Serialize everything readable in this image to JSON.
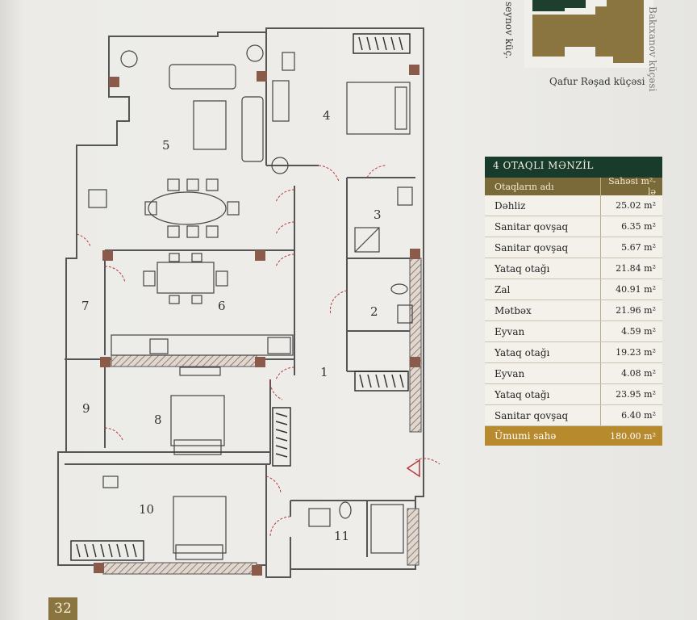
{
  "plan": {
    "rooms": [
      {
        "id": "5",
        "label": "5"
      },
      {
        "id": "4",
        "label": "4"
      },
      {
        "id": "3",
        "label": "3"
      },
      {
        "id": "2",
        "label": "2"
      },
      {
        "id": "7",
        "label": "7"
      },
      {
        "id": "6",
        "label": "6"
      },
      {
        "id": "1",
        "label": "1"
      },
      {
        "id": "9",
        "label": "9"
      },
      {
        "id": "8",
        "label": "8"
      },
      {
        "id": "10",
        "label": "10"
      },
      {
        "id": "11",
        "label": "11"
      }
    ]
  },
  "map": {
    "street_top_left": "seynov küç.",
    "street_bottom": "Qafur Rəşad küçəsi",
    "street_right": "Bakıxanov küçəsi",
    "colors": {
      "block": "#8a7540",
      "dark": "#1f3f2e"
    }
  },
  "table": {
    "title": "4 OTAQLI MƏNZİL",
    "col_name": "Otaqların adı",
    "col_area": "Sahəsi m²-lə",
    "rows": [
      {
        "name": "Dəhliz",
        "area": "25.02 m²"
      },
      {
        "name": "Sanitar qovşaq",
        "area": "6.35 m²"
      },
      {
        "name": "Sanitar qovşaq",
        "area": "5.67 m²"
      },
      {
        "name": "Yataq otağı",
        "area": "21.84 m²"
      },
      {
        "name": "Zal",
        "area": "40.91 m²"
      },
      {
        "name": "Mətbəx",
        "area": "21.96 m²"
      },
      {
        "name": "Eyvan",
        "area": "4.59 m²"
      },
      {
        "name": "Yataq otağı",
        "area": "19.23 m²"
      },
      {
        "name": "Eyvan",
        "area": "4.08 m²"
      },
      {
        "name": "Yataq otağı",
        "area": "23.95 m²"
      },
      {
        "name": "Sanitar qovşaq",
        "area": "6.40 m²"
      }
    ],
    "total_label": "Ümumi sahə",
    "total_area": "180.00 m²",
    "colors": {
      "title_bg": "#193b2c",
      "head_bg": "#7a6a3a",
      "total_bg": "#b88a2e"
    }
  },
  "page_number": "32"
}
